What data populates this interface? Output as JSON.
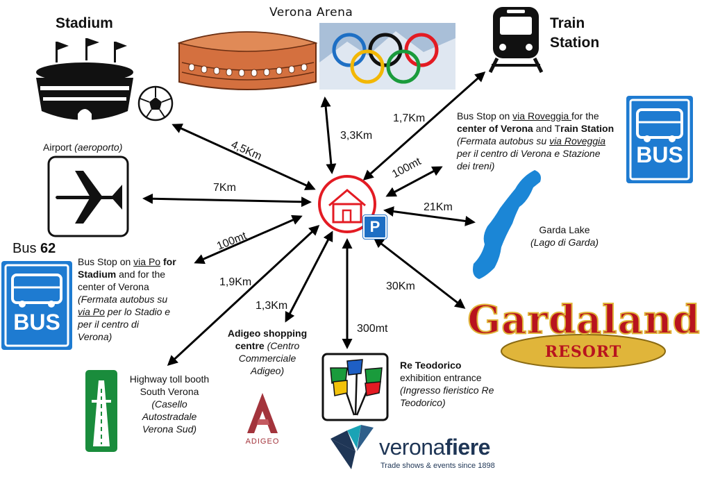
{
  "center": {
    "parking_letter": "P",
    "icon": "house-icon"
  },
  "stadium": {
    "title": "Stadium",
    "icon": "stadium-icon",
    "ball_icon": "soccer-ball-icon",
    "distance": "4,5Km"
  },
  "arena": {
    "title": "Verona Arena",
    "icon": "arena-icon",
    "rings_icon": "olympic-rings-icon",
    "distance": "3,3Km"
  },
  "train": {
    "title_line1": "Train",
    "title_line2": "Station",
    "icon": "train-icon",
    "distance": "1,7Km"
  },
  "bus_roveggia": {
    "distance": "100mt",
    "l1_a": "Bus Stop on ",
    "l1_b": "via Roveggia ",
    "l1_c": "for the",
    "l2_a": "center of Verona",
    "l2_b": " and T",
    "l2_c": "rain Station",
    "l3_a": "(Fermata autobus su ",
    "l3_b": "via Roveggia",
    "l4": "per il centro di Verona e Stazione",
    "l5": "dei treni)",
    "badge": "BUS"
  },
  "airport": {
    "title_a": "Airport ",
    "title_b": "(aeroporto)",
    "icon": "airplane-icon",
    "distance": "7Km"
  },
  "garda": {
    "title": "Garda Lake",
    "subtitle": "(Lago di Garda)",
    "icon": "lake-icon",
    "distance": "21Km"
  },
  "bus_po": {
    "title_a": "Bus ",
    "title_b": "62",
    "distance": "100mt",
    "l1_a": "Bus Stop on ",
    "l1_b": "via Po",
    "l1_c": " for",
    "l2": "Stadium",
    "l2_b": " and for the",
    "l3": "center of Verona",
    "l4": "(Fermata autobus su",
    "l5_a": "via Po",
    "l5_b": " per lo Stadio e",
    "l6": "per il centro di",
    "l7": "Verona)",
    "badge": "BUS"
  },
  "gardaland": {
    "title": "Gardaland",
    "subtitle": "RESORT",
    "distance": "30Km"
  },
  "highway": {
    "l1": "Highway toll booth",
    "l2": "South Verona",
    "l3": "(Casello",
    "l4": "Autostradale",
    "l5": "Verona Sud)",
    "icon": "motorway-sign-icon",
    "distance": "1,9Km"
  },
  "adigeo": {
    "l1": "Adigeo shopping",
    "l2_a": "centre",
    "l2_b": " (Centro",
    "l3": "Commerciale",
    "l4": "Adigeo)",
    "logo": "ADIGEO",
    "distance": "1,3Km"
  },
  "teodorico": {
    "l1": "Re Teodorico",
    "l2": "exhibition entrance",
    "l3": "(Ingresso fieristico Re",
    "l4": "Teodorico)",
    "icon": "flags-icon",
    "distance": "300mt"
  },
  "veronafiere": {
    "name_a": "verona",
    "name_b": "fiere",
    "tagline": "Trade shows & events since 1898"
  },
  "colors": {
    "red": "#e31b23",
    "bus_blue": "#1e7bd1",
    "lake_blue": "#1b86d6",
    "motorway_green": "#1a8c3c",
    "gardaland_red": "#b8141e",
    "gardaland_gold": "#e0b53a",
    "arena_orange": "#d4703f",
    "veronafiere_navy": "#1f3656",
    "veronafiere_teal": "#1aa3b5"
  }
}
